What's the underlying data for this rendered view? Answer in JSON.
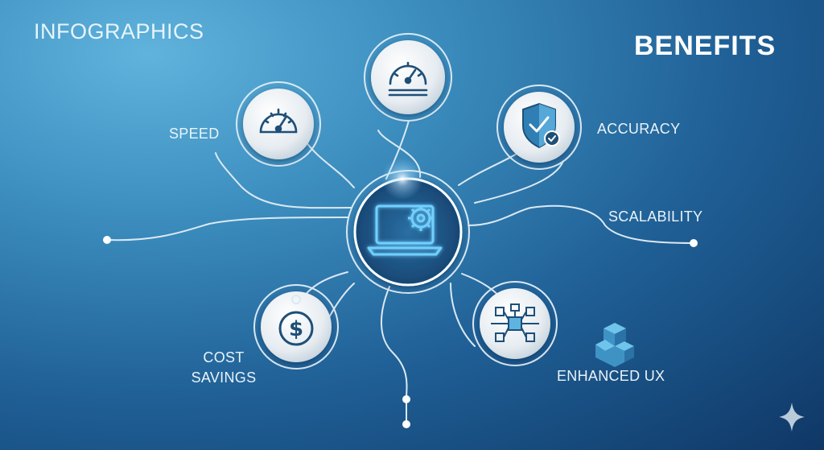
{
  "header": {
    "left_title": "INFOGRAPHICS",
    "right_title": "BENEFITS"
  },
  "center": {
    "icon": "laptop-gear-icon"
  },
  "nodes": [
    {
      "id": "speed",
      "label": "SPEED",
      "icon": "speedometer-icon"
    },
    {
      "id": "performance",
      "label": "",
      "icon": "speedometer-lines-icon"
    },
    {
      "id": "accuracy",
      "label": "ACCURACY",
      "icon": "shield-check-icon"
    },
    {
      "id": "scalability",
      "label": "SCALABILITY",
      "icon": ""
    },
    {
      "id": "cost",
      "label_line1": "COST",
      "label_line2": "SAVINGS",
      "icon": "dollar-coin-icon"
    },
    {
      "id": "enhanced_ux",
      "label": "ENHANCED UX",
      "icon": "network-nodes-icon"
    }
  ],
  "extra_icons": [
    "cube-stack-icon",
    "sparkle-icon"
  ],
  "colors": {
    "line": "#dbe9f3",
    "node_fill": "#e9eef2",
    "icon": "#1e4f78",
    "accent": "#4fb9ea",
    "center_glow": "#8fd6ff"
  }
}
